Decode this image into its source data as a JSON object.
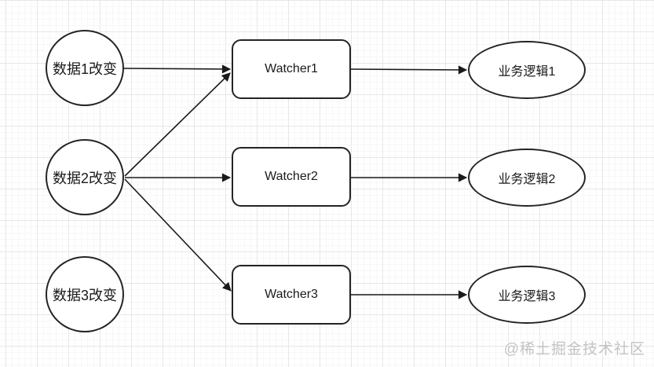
{
  "diagram": {
    "data_nodes": [
      {
        "label": "数据1改变"
      },
      {
        "label": "数据2改变"
      },
      {
        "label": "数据3改变"
      }
    ],
    "watcher_nodes": [
      {
        "label": "Watcher1"
      },
      {
        "label": "Watcher2"
      },
      {
        "label": "Watcher3"
      }
    ],
    "logic_nodes": [
      {
        "label": "业务逻辑1"
      },
      {
        "label": "业务逻辑2"
      },
      {
        "label": "业务逻辑3"
      }
    ],
    "edges": [
      {
        "from": "数据1改变",
        "to": "Watcher1"
      },
      {
        "from": "数据2改变",
        "to": "Watcher1"
      },
      {
        "from": "数据2改变",
        "to": "Watcher2"
      },
      {
        "from": "数据2改变",
        "to": "Watcher3"
      },
      {
        "from": "Watcher1",
        "to": "业务逻辑1"
      },
      {
        "from": "Watcher2",
        "to": "业务逻辑2"
      },
      {
        "from": "Watcher3",
        "to": "业务逻辑3"
      }
    ],
    "colors": {
      "node_stroke": "#242424",
      "text": "#1a1a1a",
      "grid_major": "#e7e7e7",
      "watermark": "#c3c3c3"
    }
  },
  "watermark": {
    "text": "@稀土掘金技术社区"
  }
}
